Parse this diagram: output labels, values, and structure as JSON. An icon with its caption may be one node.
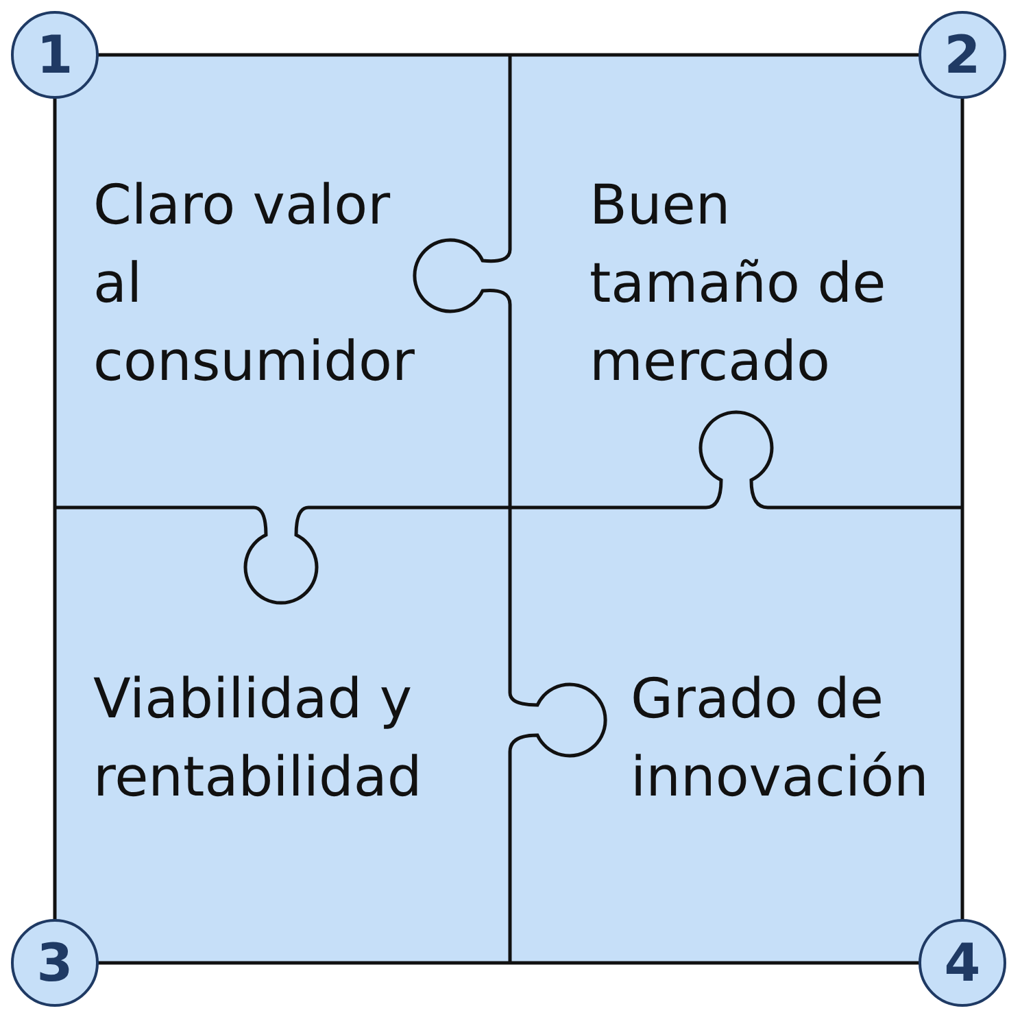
{
  "diagram": {
    "nodes": [
      {
        "text": [
          "Claro valor al consumidor"
        ]
      },
      {
        "text": [
          "Buen tamaño de mercado"
        ]
      },
      {
        "text": [
          "Viabilidad y rentabilidad"
        ]
      },
      {
        "text": [
          "Grado de innovación"
        ]
      },
      {
        "text": [
          "1"
        ]
      },
      {
        "text": [
          "2"
        ]
      },
      {
        "text": [
          "3"
        ]
      },
      {
        "text": [
          "4"
        ]
      }
    ]
  }
}
